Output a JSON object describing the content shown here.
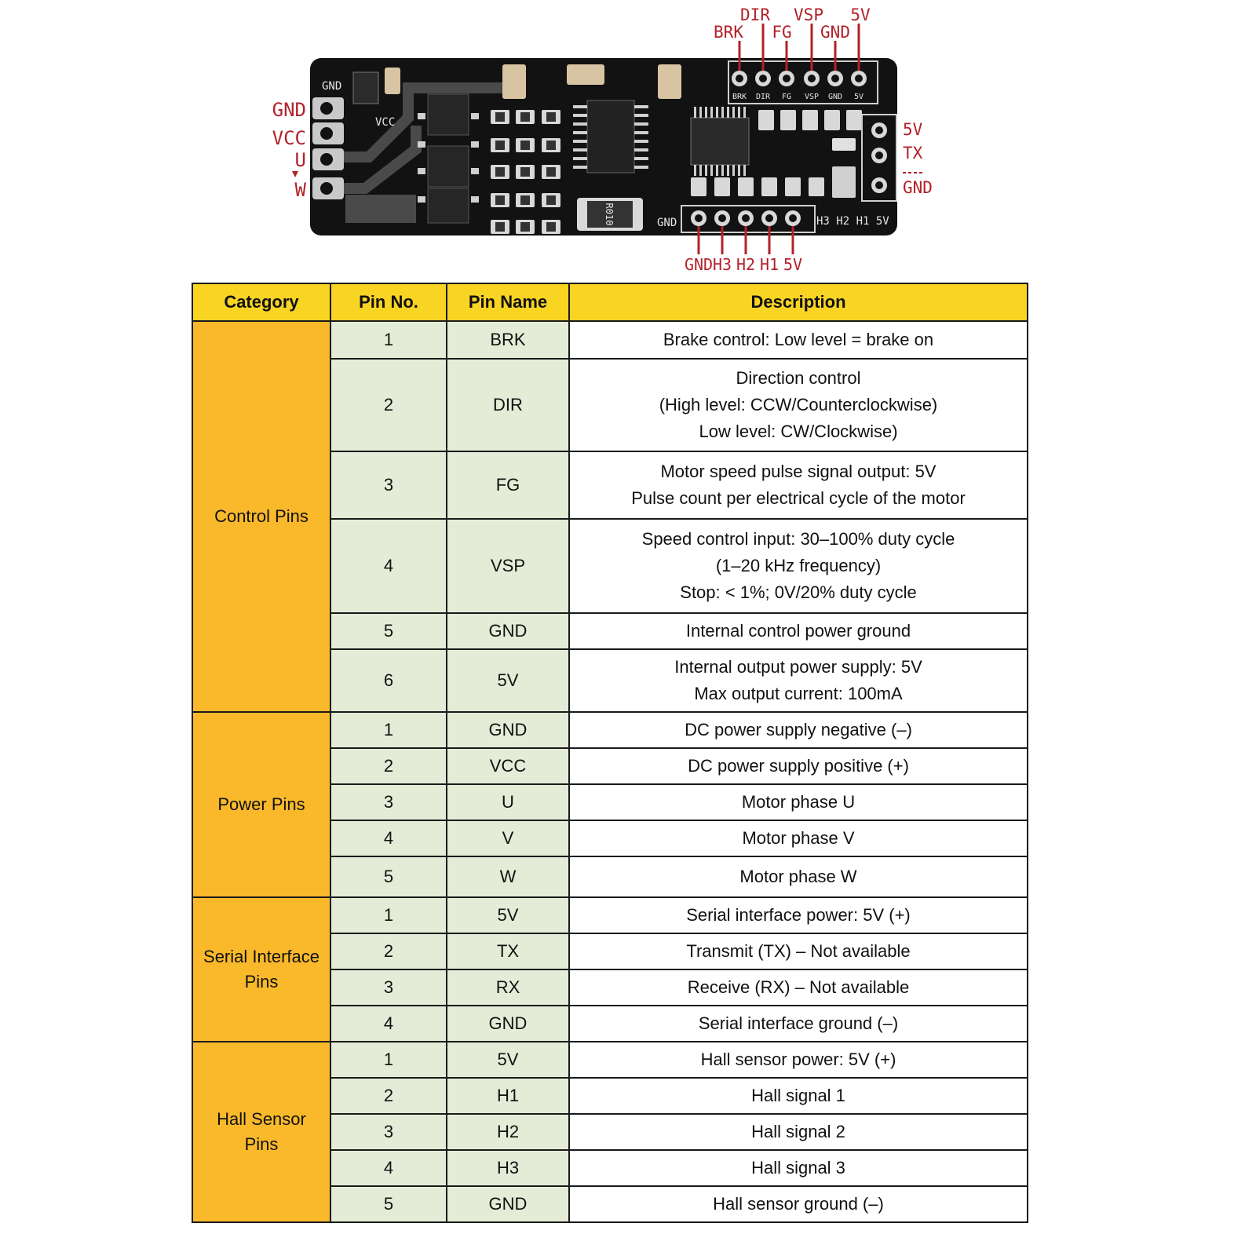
{
  "board": {
    "top_callouts": [
      "BRK",
      "DIR",
      "FG",
      "VSP",
      "GND",
      "5V"
    ],
    "left_callouts": [
      "GND",
      "VCC",
      "U",
      "W"
    ],
    "right_callouts": [
      "5V",
      "TX",
      "GND"
    ],
    "bottom_callouts": [
      "GND",
      "H3",
      "H2",
      "H1",
      "5V"
    ],
    "silk_top": [
      "BRK",
      "DIR",
      "FG",
      "VSP",
      "GND",
      "5V"
    ],
    "silk_bottom_right": "H3 H2 H1 5V",
    "silk_gnd_tl": "GND",
    "silk_vcc": "VCC",
    "silk_gnd_bottom": "GND",
    "silk_resistor": "R010",
    "colors": {
      "pcb": "#121212",
      "callout": "#b3222a",
      "pad": "#c9c9c9"
    }
  },
  "table": {
    "headers": [
      "Category",
      "Pin No.",
      "Pin Name",
      "Description"
    ],
    "groups": [
      {
        "category": [
          "Control Pins"
        ],
        "rows": [
          {
            "no": "1",
            "name": "BRK",
            "desc": [
              "Brake control: Low level = brake on"
            ]
          },
          {
            "no": "2",
            "name": "DIR",
            "desc": [
              "Direction control",
              "(High level: CCW/Counterclockwise)",
              "Low level: CW/Clockwise)"
            ]
          },
          {
            "no": "3",
            "name": "FG",
            "desc": [
              "Motor speed pulse signal output: 5V",
              "Pulse count per electrical cycle of the motor"
            ]
          },
          {
            "no": "4",
            "name": "VSP",
            "desc": [
              "Speed control input: 30–100% duty cycle",
              "(1–20 kHz frequency)",
              "Stop: < 1%; 0V/20% duty cycle"
            ]
          },
          {
            "no": "5",
            "name": "GND",
            "desc": [
              "Internal control power ground"
            ]
          },
          {
            "no": "6",
            "name": "5V",
            "desc": [
              "Internal output power supply: 5V",
              "Max output current: 100mA"
            ]
          }
        ]
      },
      {
        "category": [
          "Power Pins"
        ],
        "rows": [
          {
            "no": "1",
            "name": "GND",
            "desc": [
              "DC power supply negative (–)"
            ]
          },
          {
            "no": "2",
            "name": "VCC",
            "desc": [
              "DC power supply positive (+)"
            ]
          },
          {
            "no": "3",
            "name": "U",
            "desc": [
              "Motor phase U"
            ]
          },
          {
            "no": "4",
            "name": "V",
            "desc": [
              "Motor phase V"
            ]
          },
          {
            "no": "5",
            "name": "W",
            "desc": [
              "Motor phase W"
            ]
          }
        ]
      },
      {
        "category": [
          "Serial Interface",
          "Pins"
        ],
        "rows": [
          {
            "no": "1",
            "name": "5V",
            "desc": [
              "Serial interface power: 5V (+)"
            ]
          },
          {
            "no": "2",
            "name": "TX",
            "desc": [
              "Transmit (TX) – Not available"
            ]
          },
          {
            "no": "3",
            "name": "RX",
            "desc": [
              "Receive (RX) – Not available"
            ]
          },
          {
            "no": "4",
            "name": "GND",
            "desc": [
              "Serial interface ground (–)"
            ]
          }
        ]
      },
      {
        "category": [
          "Hall Sensor",
          "Pins"
        ],
        "rows": [
          {
            "no": "1",
            "name": "5V",
            "desc": [
              "Hall sensor power: 5V (+)"
            ]
          },
          {
            "no": "2",
            "name": "H1",
            "desc": [
              "Hall signal 1"
            ]
          },
          {
            "no": "3",
            "name": "H2",
            "desc": [
              "Hall signal 2"
            ]
          },
          {
            "no": "4",
            "name": "H3",
            "desc": [
              "Hall signal 3"
            ]
          },
          {
            "no": "5",
            "name": "GND",
            "desc": [
              "Hall sensor ground (–)"
            ]
          }
        ]
      }
    ]
  }
}
